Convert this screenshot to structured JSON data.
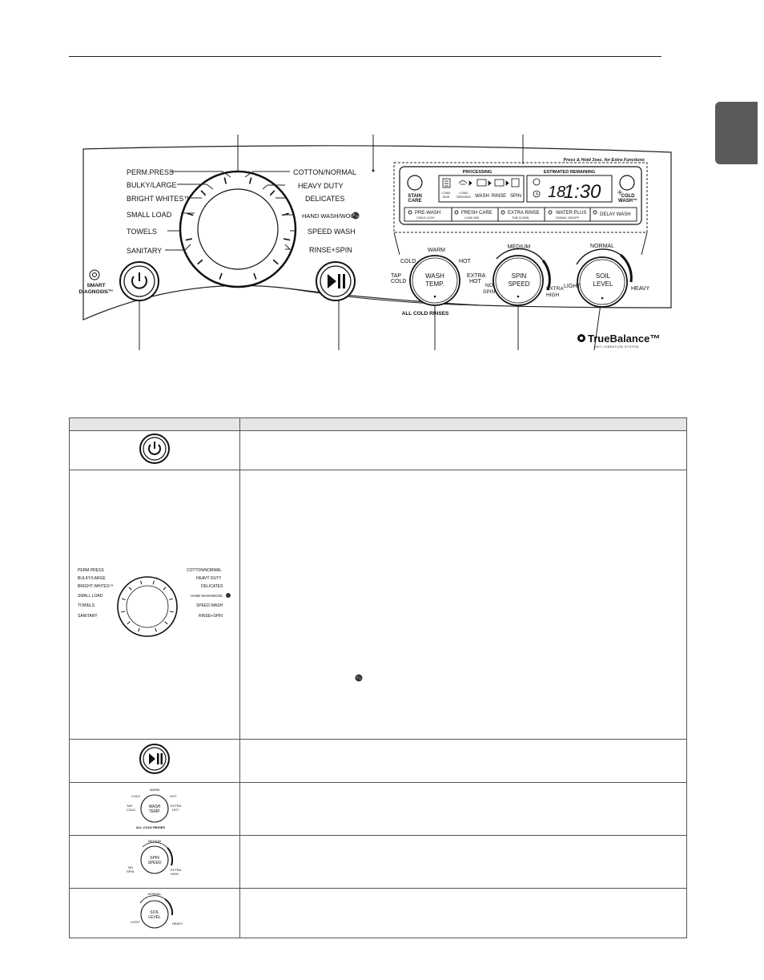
{
  "side_tab": {
    "color": "#5a5a5a"
  },
  "panel": {
    "cycles_left": [
      "PERM.PRESS",
      "BULKY/LARGE",
      "BRIGHT WHITES™",
      "SMALL LOAD",
      "TOWELS",
      "SANITARY"
    ],
    "cycles_right": [
      "COTTON/NORMAL",
      "HEAVY DUTY",
      "DELICATES",
      "HAND WASH/WOOL",
      "SPEED WASH",
      "RINSE+SPIN"
    ],
    "smart_diagnosis_1": "SMART",
    "smart_diagnosis_2": "DIAGNOSIS™",
    "press_hold": "Press & Hold 3sec. for Extra Functions",
    "stain_care_1": "STAIN",
    "stain_care_2": "CARE",
    "processing": "PROCESSING",
    "estimated_remaining": "ESTIMATED REMAINING",
    "load_size_1": "LOAD",
    "load_size_2": "SIZE",
    "load_sensing_1": "LOAD",
    "load_sensing_2": "SENSING",
    "stage_wash": "WASH",
    "stage_rinse": "RINSE",
    "stage_spin": "SPIN",
    "time": "1:30",
    "cold_wash_1": "COLD",
    "cold_wash_2": "WASH™",
    "options": [
      {
        "label": "PRE-WASH",
        "sub": "CHILD LOCK"
      },
      {
        "label": "FRESH CARE",
        "sub": "LOAD 365"
      },
      {
        "label": "EXTRA RINSE",
        "sub": "TUB CLEAN"
      },
      {
        "label": "WATER PLUS",
        "sub": "SIGNAL ON/OFF"
      },
      {
        "label": "DELAY WASH",
        "sub": ""
      }
    ],
    "wash_temp": {
      "label_1": "WASH",
      "label_2": "TEMP.",
      "warm": "WARM",
      "cold": "COLD",
      "hot": "HOT",
      "tap_1": "TAP",
      "tap_2": "COLD",
      "extra_hot_1": "EXTRA",
      "extra_hot_2": "HOT",
      "all_cold": "ALL COLD RINSES"
    },
    "spin_speed": {
      "label_1": "SPIN",
      "label_2": "SPEED",
      "medium": "MEDIUM",
      "no_1": "NO",
      "no_2": "SPIN",
      "extra_1": "EXTRA",
      "extra_2": "HIGH"
    },
    "soil_level": {
      "label_1": "SOIL",
      "label_2": "LEVEL",
      "normal": "NORMAL",
      "light": "LIGHT",
      "heavy": "HEAVY"
    },
    "brand": "TrueBalance™",
    "brand_sub": "ANTI-VIBRATION SYSTEM"
  }
}
